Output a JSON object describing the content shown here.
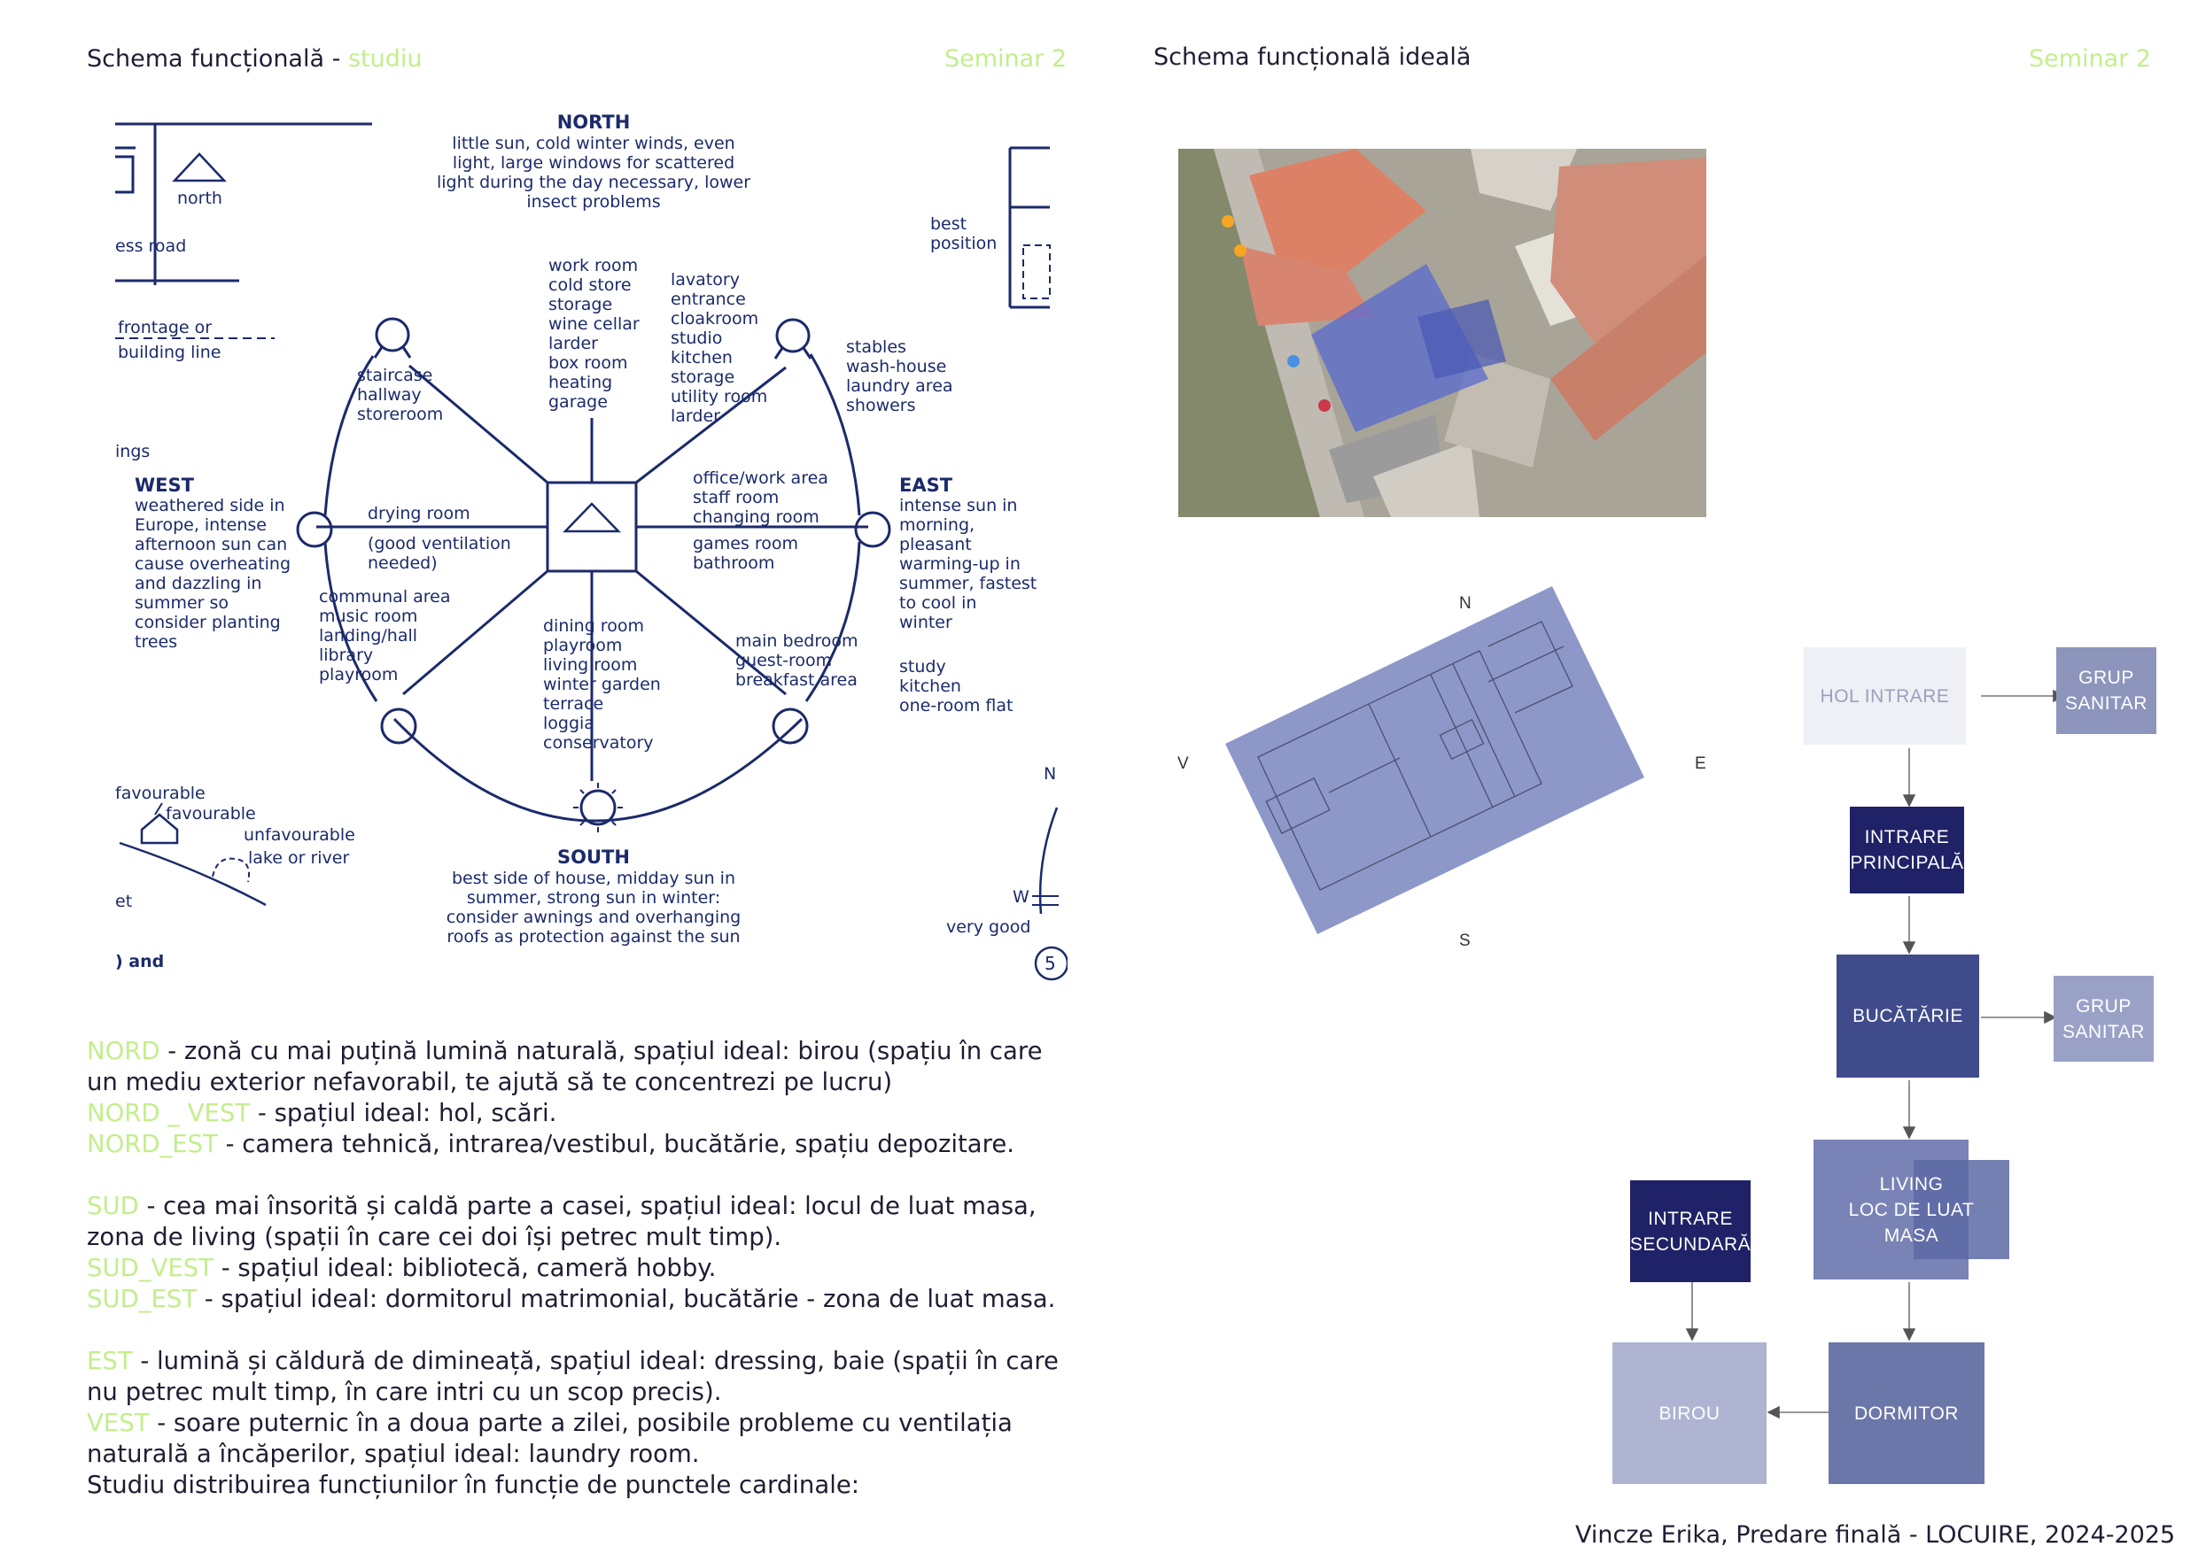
{
  "left_header": {
    "title": "Schema funcțională - ",
    "accent": "studiu",
    "seminar": "Seminar 2"
  },
  "right_header": {
    "title": "Schema funcțională ideală",
    "seminar": "Seminar 2"
  },
  "sun_diagram": {
    "north": {
      "heading": "NORTH",
      "lines": [
        "little sun, cold winter winds, even",
        "light, large windows for scattered",
        "light during the day necessary, lower",
        "insect problems"
      ]
    },
    "south": {
      "heading": "SOUTH",
      "lines": [
        "best side of house, midday sun in",
        "summer, strong sun in winter:",
        "consider awnings and overhanging",
        "roofs as protection against the sun"
      ]
    },
    "west": {
      "heading": "WEST",
      "lines": [
        "weathered side in",
        "Europe, intense",
        "afternoon sun can",
        "cause overheating",
        "and dazzling in",
        "summer so",
        "consider planting",
        "trees"
      ]
    },
    "east": {
      "heading": "EAST",
      "lines": [
        "intense sun in",
        "morning,",
        "pleasant",
        "warming-up in",
        "summer, fastest",
        "to cool in",
        "winter"
      ],
      "extra": [
        "study",
        "kitchen",
        "one-room flat"
      ]
    },
    "n_rooms": [
      "work room",
      "cold store",
      "storage",
      "wine cellar",
      "larder",
      "box room",
      "heating",
      "garage"
    ],
    "ne_rooms": [
      "lavatory",
      "entrance",
      "cloakroom",
      "studio",
      "kitchen",
      "storage",
      "utility room",
      "larder"
    ],
    "ne_outer": [
      "stables",
      "wash-house",
      "laundry area",
      "showers"
    ],
    "nw_rooms": [
      "staircase",
      "hallway",
      "storeroom"
    ],
    "w_rooms": [
      "drying room",
      "(good ventilation",
      "needed)"
    ],
    "e_rooms": [
      "office/work area",
      "staff room",
      "changing room",
      "games room",
      "bathroom"
    ],
    "sw_rooms": [
      "communal area",
      "music room",
      "landing/hall",
      "library",
      "playroom"
    ],
    "s_rooms": [
      "dining room",
      "playroom",
      "living room",
      "winter garden",
      "terrace",
      "loggia",
      "conservatory"
    ],
    "se_rooms": [
      "main bedroom",
      "guest-room",
      "breakfast area"
    ],
    "left_edge": {
      "north": "north",
      "access": "ess road",
      "frontage": [
        "frontage or",
        "building line"
      ],
      "ings": "ings",
      "favourable1": "favourable",
      "favourable2": "favourable",
      "unfavourable": "unfavourable",
      "lake": "lake or river",
      "et": "et",
      "and": ") and"
    },
    "right_edge": {
      "best": [
        "best",
        "position"
      ],
      "n": "N",
      "w": "W",
      "very_good": "very good",
      "five": "5"
    }
  },
  "notes": [
    {
      "key": "NORD",
      "text": " -  zonă cu mai puțină lumină naturală,  spațiul ideal: birou (spațiu în care"
    },
    {
      "key": "",
      "text": "un mediu exterior nefavorabil, te ajută să te concentrezi pe lucru)"
    },
    {
      "key": "NORD _ VEST",
      "text": " - spațiul ideal: hol, scări."
    },
    {
      "key": "NORD_EST",
      "text": " - camera tehnică, intrarea/vestibul, bucătărie, spațiu depozitare."
    },
    {
      "gap": true
    },
    {
      "key": "SUD",
      "text": " - cea mai însorită și caldă parte a casei, spațiul ideal: locul de luat masa,"
    },
    {
      "key": "",
      "text": "zona de living (spații în care cei doi își petrec mult timp)."
    },
    {
      "key": "SUD_VEST",
      "text": " - spațiul ideal: bibliotecă, cameră hobby."
    },
    {
      "key": "SUD_EST",
      "text": " - spațiul ideal: dormitorul matrimonial, bucătărie - zona de luat masa."
    },
    {
      "gap": true
    },
    {
      "key": "EST",
      "text": " - lumină și căldură de dimineață, spațiul ideal: dressing, baie (spații în care"
    },
    {
      "key": "",
      "text": "nu petrec mult timp, în care intri cu un scop precis)."
    },
    {
      "key": "VEST",
      "text": " - soare puternic în a doua parte a zilei, posibile probleme cu ventilația"
    },
    {
      "key": "",
      "text": "naturală a încăperilor, spațiul ideal: laundry room."
    },
    {
      "key": "",
      "text": "Studiu distribuirea funcțiunilor în funcție de punctele cardinale:"
    }
  ],
  "compass": {
    "n": "N",
    "s": "S",
    "e": "E",
    "v": "V"
  },
  "flow": {
    "hol_intrare": "HOL INTRARE",
    "grup_sanitar_1": [
      "GRUP",
      "SANITAR"
    ],
    "intrare_principala": [
      "INTRARE",
      "PRINCIPALĂ"
    ],
    "bucatarie": "BUCĂTĂRIE",
    "grup_sanitar_2": [
      "GRUP",
      "SANITAR"
    ],
    "living": [
      "LIVING",
      "LOC DE LUAT",
      "MASA"
    ],
    "intrare_secundara": [
      "INTRARE",
      "SECUNDARĂ"
    ],
    "birou": "BIROU",
    "dormitor": "DORMITOR"
  },
  "colors": {
    "accent": "#c3ee8c",
    "navy": "#1f2266",
    "mid": "#3f4b8b",
    "slate": "#7079a8",
    "light": "#a9b0d0",
    "pale": "#eef0f6",
    "plan": "#8d98c8"
  },
  "footer": "Vincze Erika, Predare finală - LOCUIRE, 2024-2025"
}
